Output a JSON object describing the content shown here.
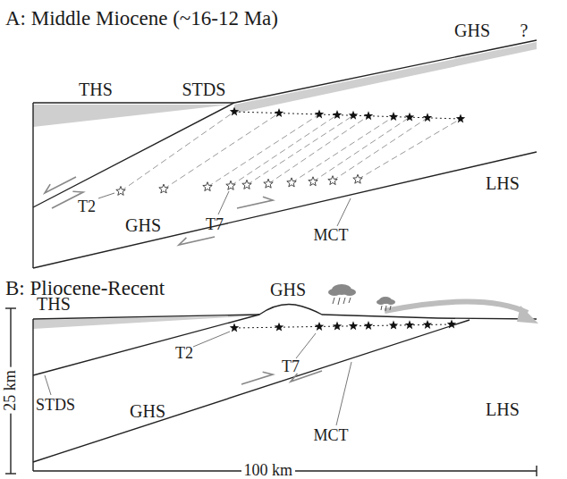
{
  "diagram": {
    "labels": [
      "A: Middle Miocene (~16-12 Ma)",
      "GHS",
      "?",
      "THS",
      "STDS",
      "T2",
      "GHS",
      "T7",
      "LHS",
      "MCT",
      "B: Pliocene-Recent",
      "THS",
      "GHS",
      "T2",
      "T7",
      "25 km",
      "STDS",
      "GHS",
      "MCT",
      "LHS",
      "100 km"
    ]
  }
}
